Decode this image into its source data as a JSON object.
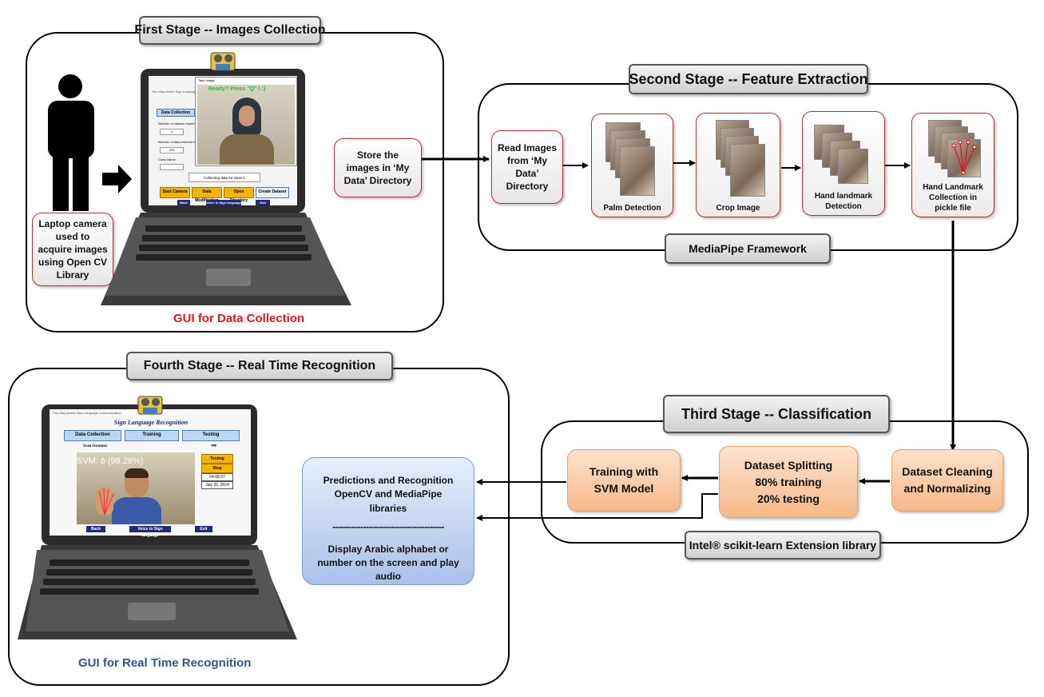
{
  "stage1": {
    "title": "First Stage  --  Images Collection",
    "camera_note": "Laptop camera used to acquire images using Open CV Library",
    "gui_label": "GUI for Data Collection",
    "store_note": "Store the images in ‘My Data’ Directory",
    "laptop_screen": {
      "window_title": "Two Way Arabic Sign Language Communication",
      "camera_window_title": "Take Image",
      "overlay_text": "Ready? Press \"Q\" ! :)",
      "data_collection_button": "Data Collection",
      "classes_label": "Number of classes required ...",
      "classes_value": "1",
      "data_label": "Number of data entered for e...",
      "data_value": "200",
      "class_name_label": "Class Name",
      "collecting_text": "Collecting data for class 1",
      "buttons": [
        "Start Camera",
        "Data Modification",
        "Open Directory",
        "Create Dataset"
      ],
      "bottom_buttons": [
        "Back",
        "Voice to Sign language",
        "Exit"
      ]
    }
  },
  "stage2": {
    "title": "Second Stage  --  Feature Extraction",
    "read_images": "Read Images from ‘My Data’ Directory",
    "steps": [
      "Palm Detection",
      "Crop Image",
      "Hand landmark Detection",
      "Hand Landmark Collection in pickle file"
    ],
    "framework": "MediaPipe Framework"
  },
  "stage3": {
    "title": "Third Stage  -- Classification",
    "cleaning": "Dataset Cleaning and Normalizing",
    "splitting": [
      "Dataset Splitting",
      "80% training",
      "20% testing"
    ],
    "training": "Training with SVM Model",
    "library": "Intel® scikit-learn Extension library"
  },
  "stage4": {
    "title": "Fourth Stage  -- Real Time Recognition",
    "gui_label": "GUI for Real Time Recognition",
    "predictions": {
      "line1": "Predictions and Recognition OpenCV and MediaPipe libraries",
      "divider": "----------------------------------------",
      "line2": "Display Arabic alphabet or number on the screen and play audio"
    },
    "laptop_screen": {
      "window_title": "Two-Way Arabic Sign Language Communication",
      "app_title": "Sign Language Recognition",
      "tabs": [
        "Data Collection",
        "Training",
        "Testing"
      ],
      "section": "Scan Gestures",
      "prediction": "SVM: ٥ (98.28%)",
      "side_buttons": [
        "Testing",
        "Stop"
      ],
      "time": "04:08:37",
      "date": "July 26, 2024",
      "bottom_buttons": [
        "Back",
        "Voice to Sign language",
        "Exit"
      ]
    }
  },
  "colors": {
    "red_title": "#e0151b",
    "blue_title": "#2f5597",
    "red_border": "#c0282a",
    "orange_fill": "#f7b98a",
    "blue_fill": "#a9c1ea"
  }
}
